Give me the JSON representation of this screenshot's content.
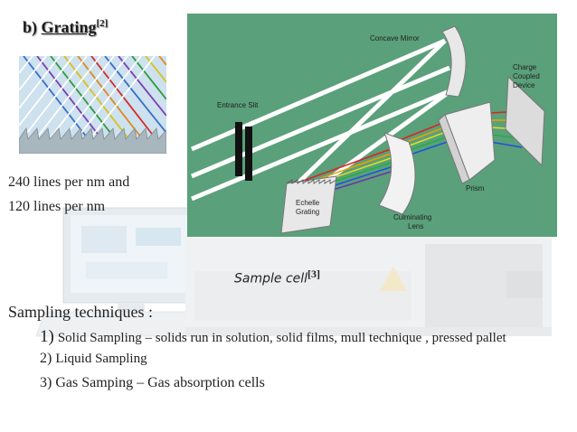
{
  "title": {
    "prefix": "b)",
    "word": "Grating",
    "ref": "[2]"
  },
  "grating_text": [
    "240 lines per nm and",
    "120 lines per nm"
  ],
  "diagram": {
    "labels": {
      "concave_mirror": "Concave Mirror",
      "ccd": [
        "Charge",
        "Coupled",
        "Device"
      ],
      "entrance_slit": "Entrance Slit",
      "echelle": [
        "Echelle",
        "Grating"
      ],
      "culminating": [
        "Culminating",
        "Lens"
      ],
      "prism": "Prism"
    },
    "colors": {
      "background": "#5aa07a"
    }
  },
  "sample_cell": {
    "label": "Sample cell",
    "ref": "[3]"
  },
  "sampling": {
    "title": "Sampling techniques :",
    "items": [
      {
        "num": "1)",
        "text": "Solid Sampling – solids run in solution, solid films, mull technique , pressed pallet"
      },
      {
        "num": "2)",
        "text": "Liquid Sampling"
      },
      {
        "num": "3)",
        "text": "Gas Samping – Gas absorption cells"
      }
    ]
  }
}
